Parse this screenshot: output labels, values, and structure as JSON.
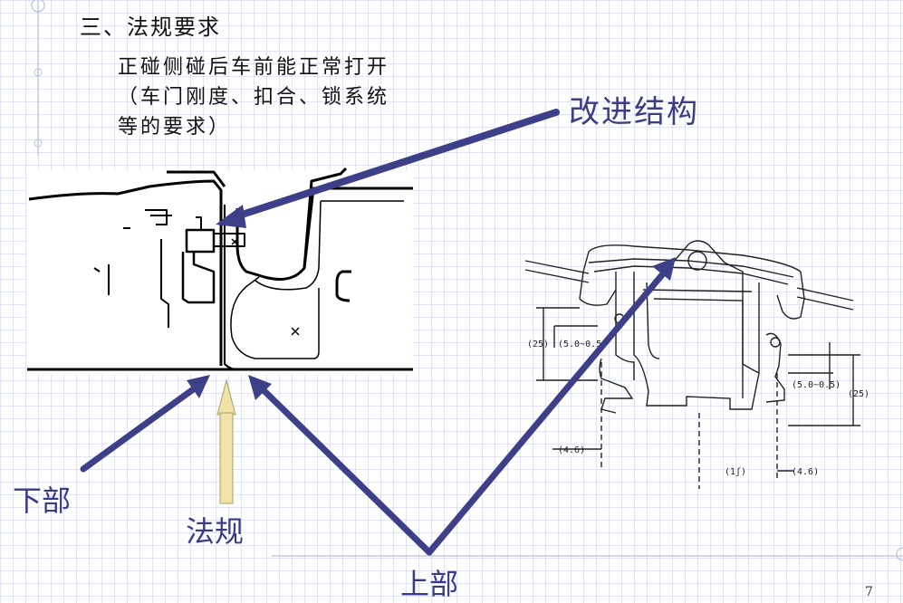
{
  "slide": {
    "heading": "三、法规要求",
    "body_line1": "正碰侧碰后车前能正常打开",
    "body_line2": "（车门刚度、扣合、锁系统",
    "body_line3": "等的要求）",
    "label_improved_structure": "改进结构",
    "label_lower": "下部",
    "label_regulation": "法规",
    "label_upper": "上部",
    "page_number": "7"
  },
  "drawing_right": {
    "dim_25_left": "(25)",
    "dim_5_left": "(5.0~0.5)",
    "dim_5_right": "(5.0~0.5)",
    "dim_25_right": "(25)",
    "dim_46_left": "(4.6)",
    "dim_46_right": "(4.6)",
    "dim_center": "(1ʃ)"
  },
  "colors": {
    "arrow_blue": "#3d3f88",
    "arrow_tan": "#efe3a6",
    "grid": "#c8cdeb"
  }
}
